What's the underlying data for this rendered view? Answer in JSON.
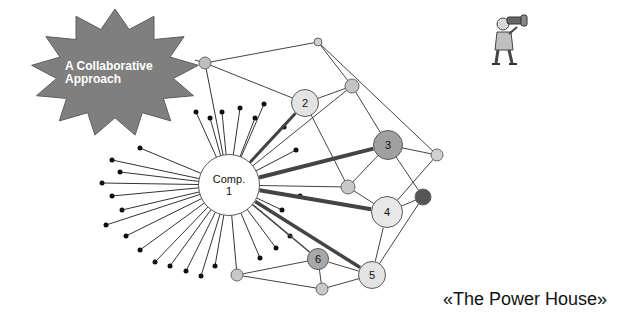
{
  "diagram": {
    "caption": "«The Power House»",
    "nodes": [
      {
        "text": [
          "A Collaborative Approach"
        ]
      },
      {
        "text": [
          "Comp. 1"
        ]
      },
      {
        "text": [
          "2"
        ]
      },
      {
        "text": [
          "3"
        ]
      },
      {
        "text": [
          "4"
        ]
      },
      {
        "text": [
          "6"
        ]
      },
      {
        "text": [
          "5"
        ]
      }
    ],
    "edges": [
      {
        "from": 1,
        "to": 2,
        "arrow": "none"
      },
      {
        "from": 1,
        "to": 3,
        "arrow": "none"
      },
      {
        "from": 1,
        "to": 4,
        "arrow": "none"
      },
      {
        "from": 1,
        "to": 6,
        "arrow": "none"
      },
      {
        "from": 1,
        "to": 5,
        "arrow": "none"
      },
      {
        "from": 5,
        "to": 6,
        "arrow": "none"
      },
      {
        "from": 4,
        "to": 6,
        "arrow": "none"
      }
    ]
  }
}
